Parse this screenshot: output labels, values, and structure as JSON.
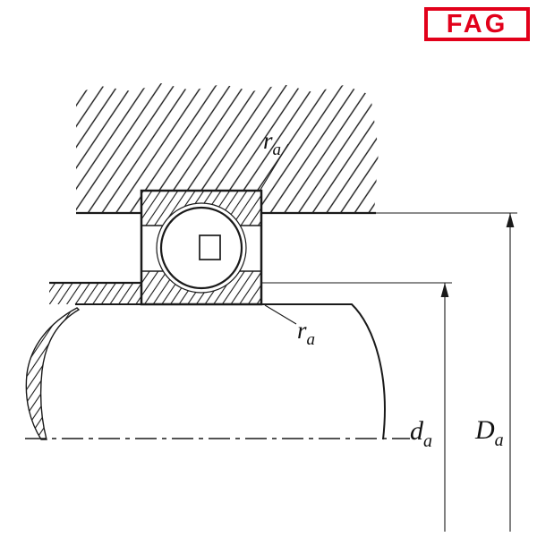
{
  "logo": {
    "text": "FAG",
    "color": "#e2001a"
  },
  "labels": {
    "ra_top": {
      "base": "r",
      "sub": "a"
    },
    "ra_bottom": {
      "base": "r",
      "sub": "a"
    },
    "da": {
      "base": "d",
      "sub": "a"
    },
    "Da": {
      "base": "D",
      "sub": "a"
    }
  },
  "colors": {
    "line": "#1a1a1a",
    "background": "#ffffff",
    "logo_red": "#e2001a"
  }
}
